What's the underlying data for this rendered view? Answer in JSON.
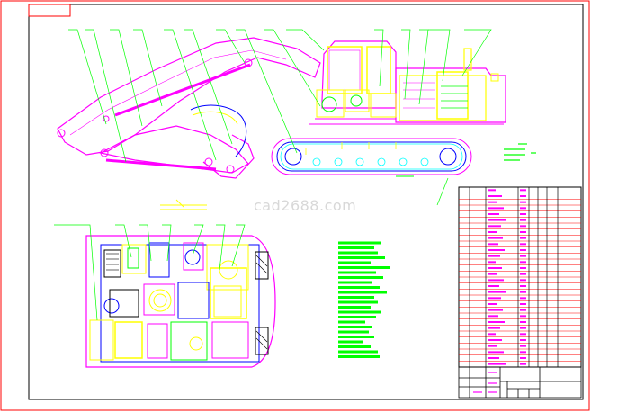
{
  "watermark": "cad2688.com",
  "colors": {
    "background": "#ffffff",
    "frame": "#ff0000",
    "border": "#000000",
    "outline": "#ff00ff",
    "body": "#ffff00",
    "leader": "#00ff00",
    "callout": "#00ff00",
    "notes": "#00ff00",
    "detail": "#0000ff",
    "track": "#00ffff",
    "table_text": "#ff00ff"
  },
  "views": [
    {
      "name": "side-elevation"
    },
    {
      "name": "plan-view"
    }
  ],
  "parts_table": {
    "rows": 30
  },
  "notes": {
    "lines": 24
  },
  "title_block": {
    "cells": 12
  }
}
